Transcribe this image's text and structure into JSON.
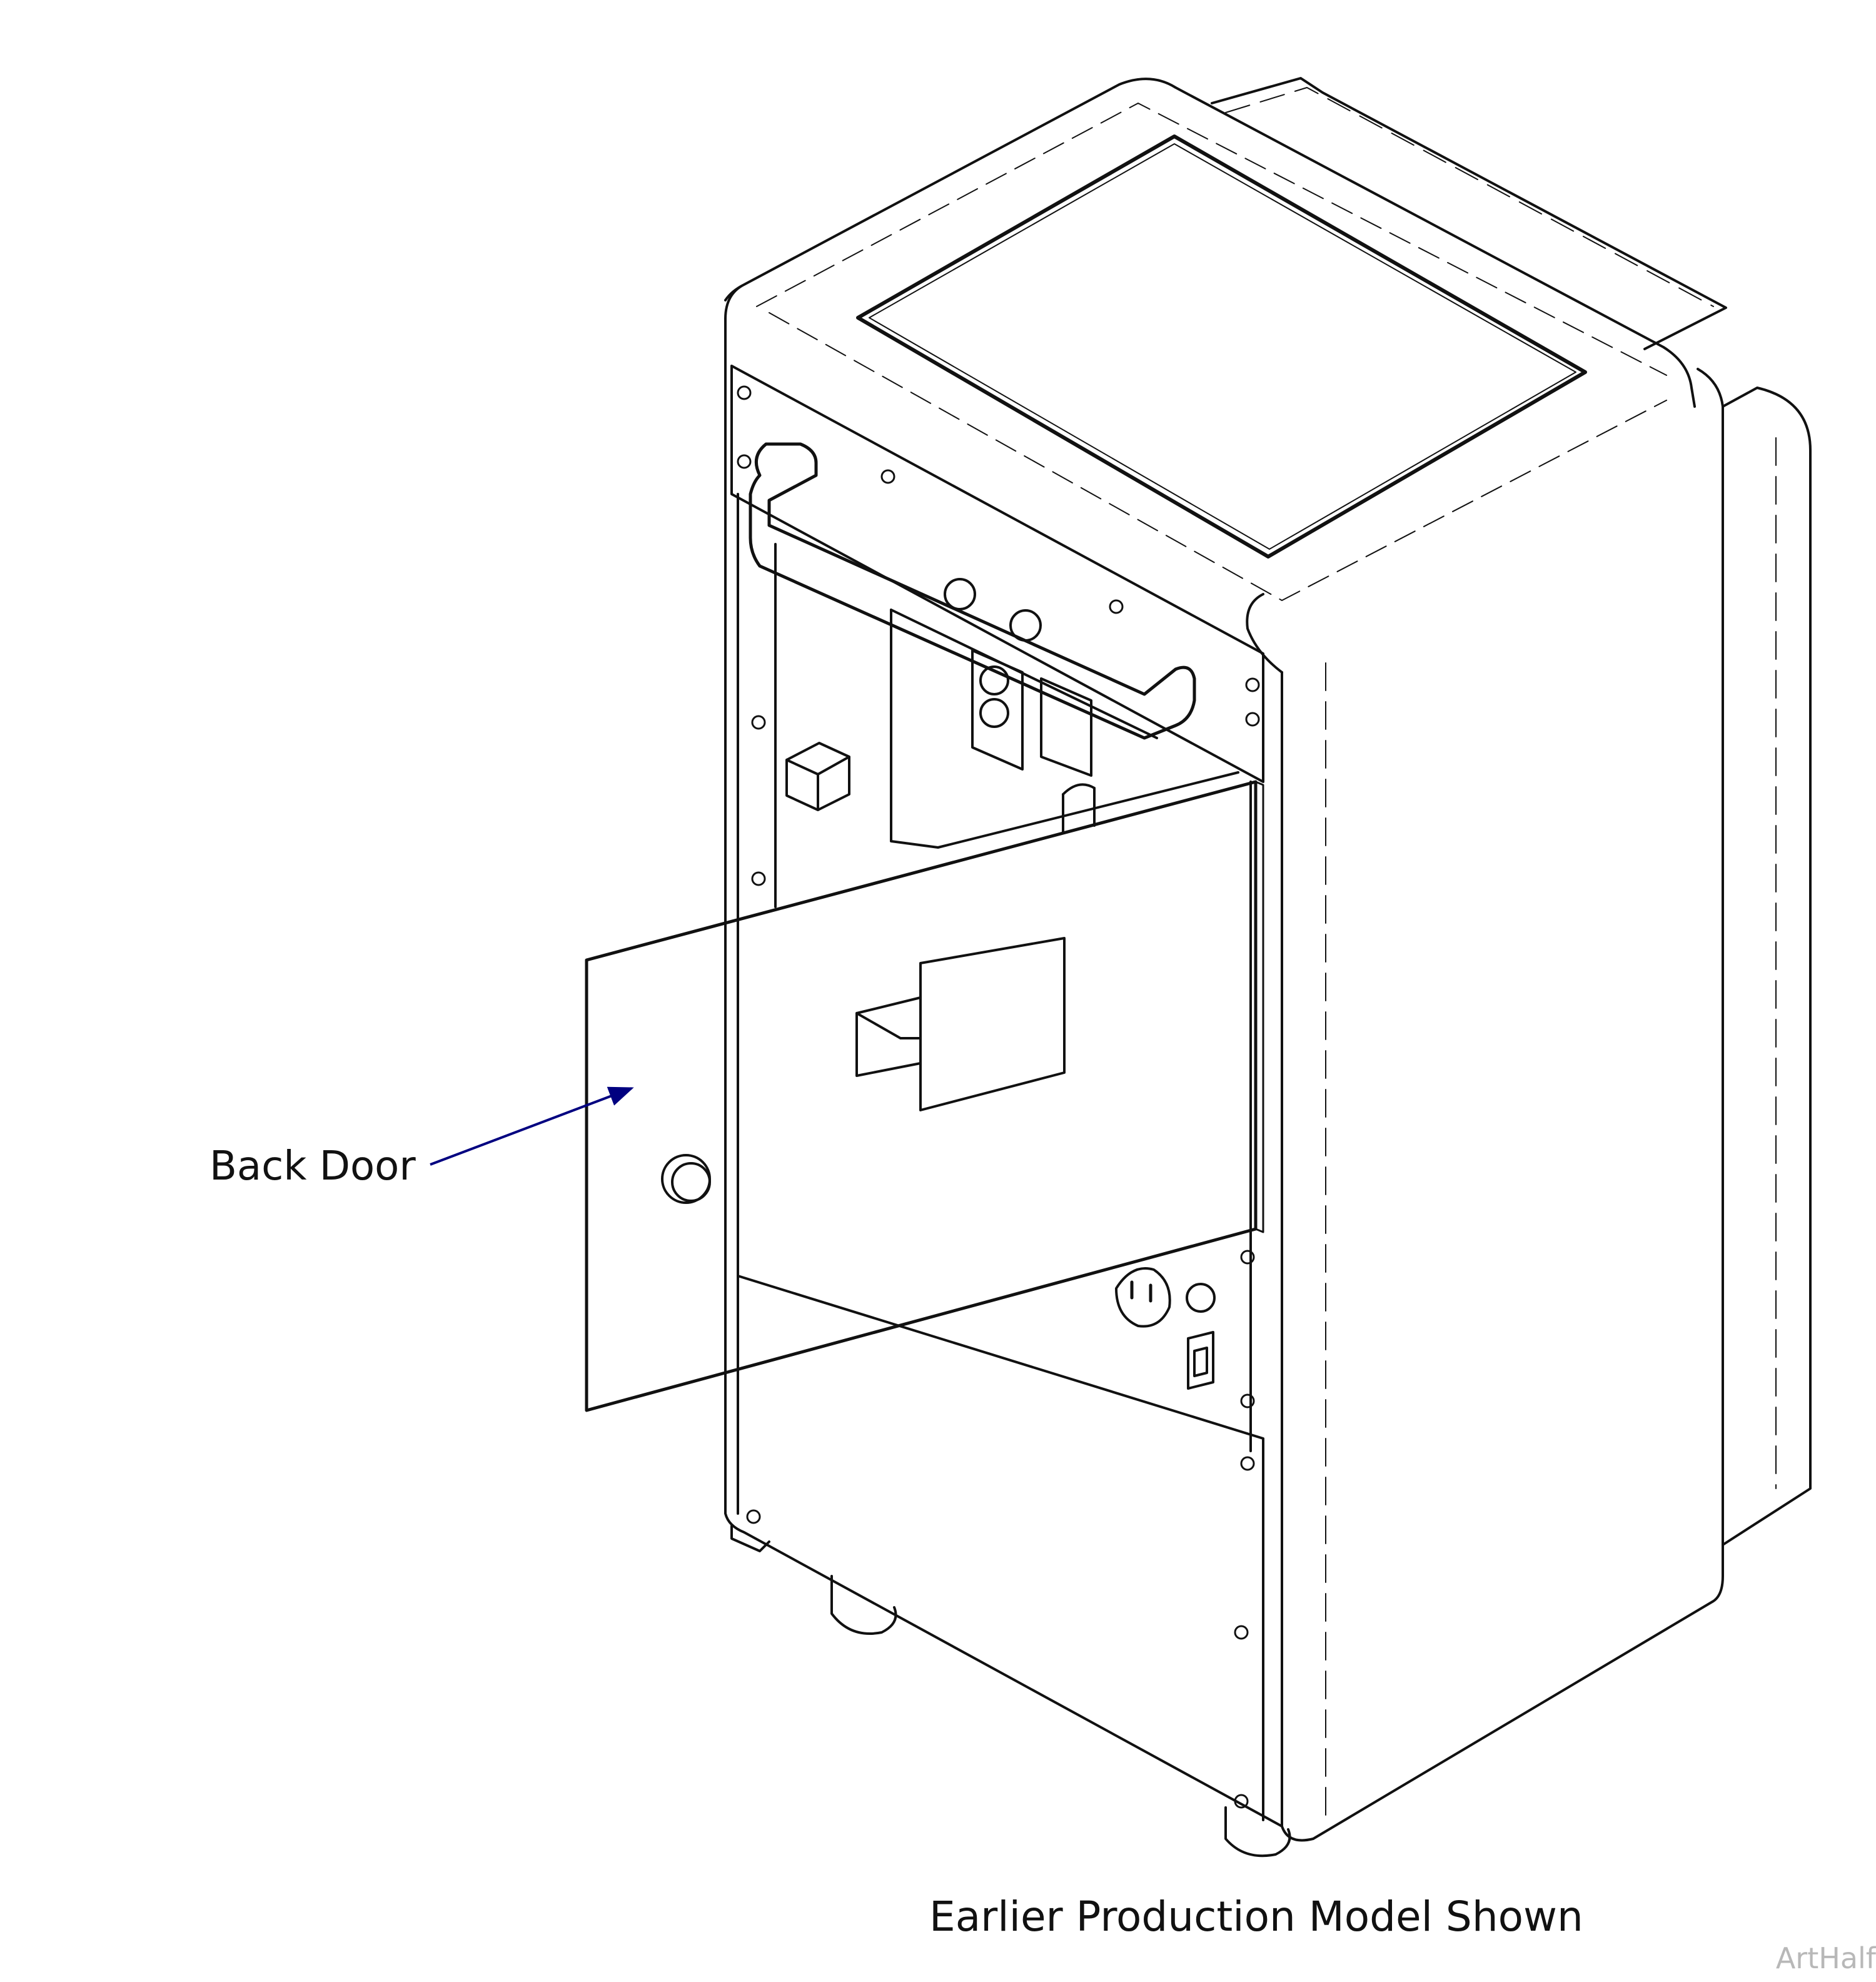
{
  "callouts": {
    "back_door": "Back Door"
  },
  "caption": "Earlier Production Model Shown",
  "art_id": "ArtHalf",
  "colors": {
    "line": "#111111",
    "arrow": "#000080",
    "art_id": "#b8b8b8"
  }
}
